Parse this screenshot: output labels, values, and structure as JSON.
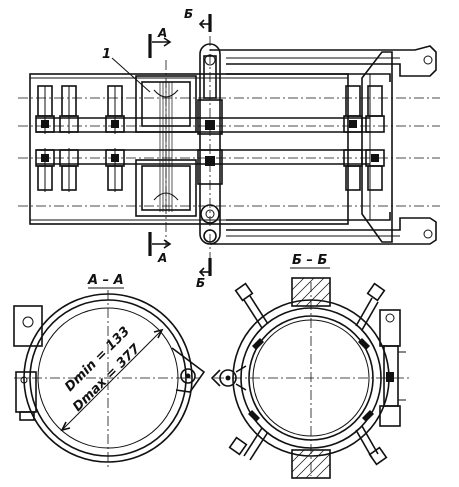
{
  "labels": {
    "part_number": "1",
    "section_a": "A",
    "section_b": "Б",
    "view_a_title": "A – A",
    "view_b_title": "Б – Б",
    "dmin": "Dmin = 133",
    "dmax": "Dmax = 377"
  },
  "colors": {
    "line": "#111111",
    "background": "#ffffff"
  }
}
